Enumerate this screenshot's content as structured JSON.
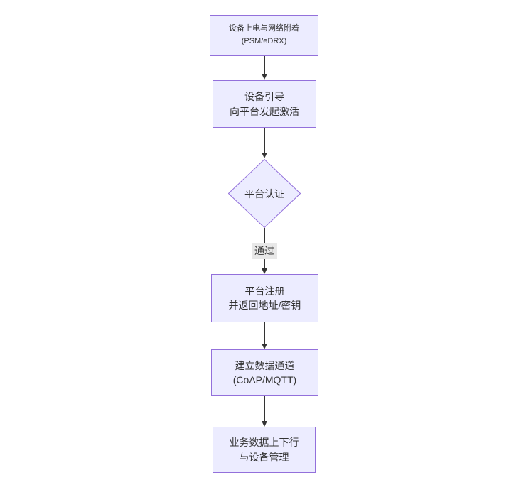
{
  "page": {
    "background": "#ffffff"
  },
  "colors": {
    "node_fill": "#ECECFF",
    "node_border": "#9370DB",
    "text": "#333333",
    "arrow": "#333333",
    "edge_label_bg": "#e8e8e8"
  },
  "flowchart": {
    "type": "flowchart",
    "direction": "top-down",
    "nodes": [
      {
        "id": "power-on",
        "shape": "rectangle",
        "lines": [
          "设备上电与网络附着",
          "(PSM/eDRX)"
        ]
      },
      {
        "id": "bootstrap",
        "shape": "rectangle",
        "lines": [
          "设备引导",
          "向平台发起激活"
        ]
      },
      {
        "id": "platform-auth",
        "shape": "diamond",
        "lines": [
          "平台认证"
        ]
      },
      {
        "id": "register",
        "shape": "rectangle",
        "lines": [
          "平台注册",
          "并返回地址/密钥"
        ]
      },
      {
        "id": "data-channel",
        "shape": "rectangle",
        "lines": [
          "建立数据通道",
          "(CoAP/MQTT)"
        ]
      },
      {
        "id": "business",
        "shape": "rectangle",
        "lines": [
          "业务数据上下行",
          "与设备管理"
        ]
      }
    ],
    "edges": [
      {
        "from": "power-on",
        "to": "bootstrap",
        "label": ""
      },
      {
        "from": "bootstrap",
        "to": "platform-auth",
        "label": ""
      },
      {
        "from": "platform-auth",
        "to": "register",
        "label": "通过"
      },
      {
        "from": "register",
        "to": "data-channel",
        "label": ""
      },
      {
        "from": "data-channel",
        "to": "business",
        "label": ""
      }
    ]
  }
}
